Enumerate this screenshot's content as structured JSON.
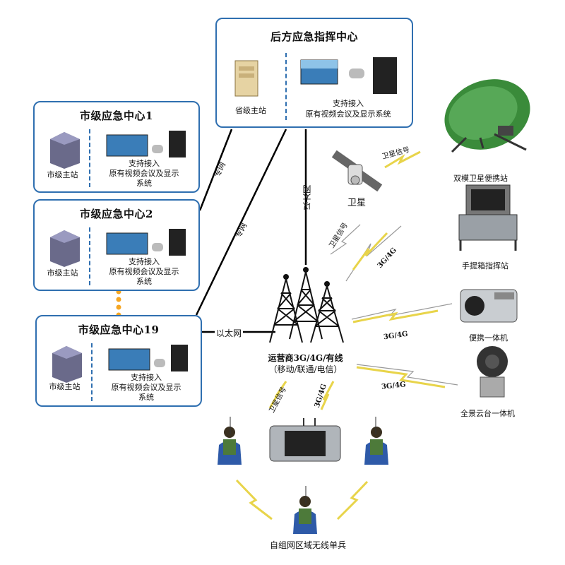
{
  "hq": {
    "title": "后方应急指挥中心",
    "station": "省级主站",
    "desc": [
      "支持接入",
      "原有视频会议及显示系统"
    ]
  },
  "centers": [
    {
      "title": "市级应急中心1",
      "station": "市级主站",
      "desc": [
        "支持接入",
        "原有视频会议及显示",
        "系统"
      ]
    },
    {
      "title": "市级应急中心2",
      "station": "市级主站",
      "desc": [
        "支持接入",
        "原有视频会议及显示",
        "系统"
      ]
    },
    {
      "title": "市级应急中心19",
      "station": "市级主站",
      "desc": [
        "支持接入",
        "原有视频会议及显示",
        "系统"
      ]
    }
  ],
  "links": {
    "private1": "专网",
    "private2": "专网",
    "ethernet_hq": "以太网",
    "ethernet_city": "以太网",
    "sat_signal1": "卫星信号",
    "sat_signal2": "卫星信号",
    "sat_signal3": "卫星信号",
    "g34_a": "3G/4G",
    "g34_b": "3G/4G",
    "g34_c": "3G/4G",
    "g34_d": "3G/4G"
  },
  "satellite": "卫星",
  "operator": [
    "运营商3G/4G/有线",
    "（移动/联通/电信）"
  ],
  "devices": {
    "dish": "双模卫星便携站",
    "case": "手提箱指挥站",
    "portable": "便携一体机",
    "ptz": "全景云台一体机"
  },
  "soldier": "自组网区域无线单兵",
  "colors": {
    "frame": "#2f6fb0",
    "dots": "#f5a623",
    "bolt": "#e8d44a"
  }
}
